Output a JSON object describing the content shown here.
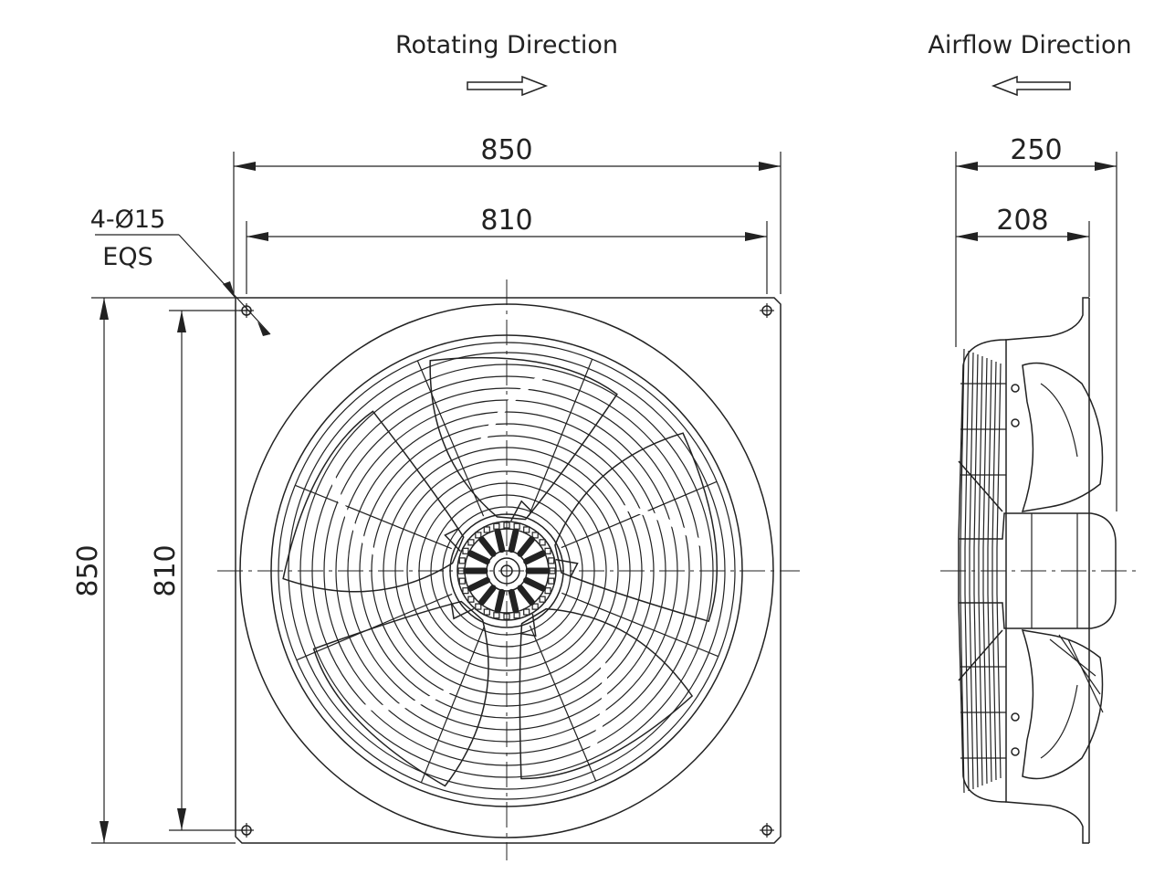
{
  "headings": {
    "rotating": "Rotating Direction",
    "airflow": "Airflow Direction"
  },
  "dimensions": {
    "front_width_outer": "850",
    "front_width_holes": "810",
    "front_height_outer": "850",
    "front_height_holes": "810",
    "side_depth_total": "250",
    "side_depth_frame": "208"
  },
  "hole_note": {
    "line1": "4-Ø15",
    "line2": "EQS"
  },
  "rotation_direction": "right",
  "airflow_direction": "left",
  "blade_count": 5,
  "mounting_hole_count": 4
}
